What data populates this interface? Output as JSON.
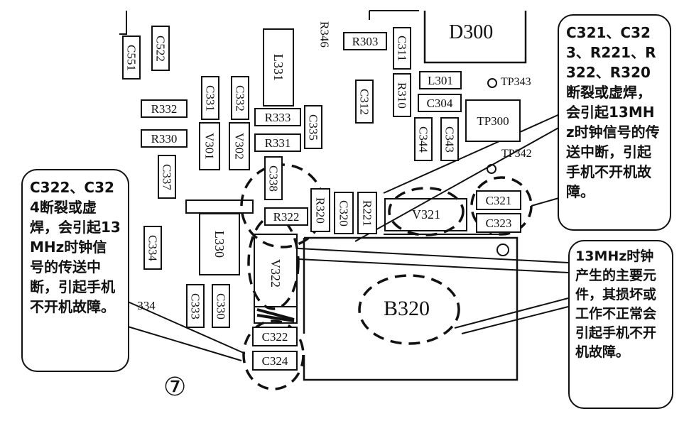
{
  "components": {
    "c551": "C551",
    "c522": "C522",
    "r346": "R346",
    "r303": "R303",
    "c311": "C311",
    "d300": "D300",
    "l331": "L331",
    "l301": "L301",
    "tp343": "TP343",
    "r332": "R332",
    "c331": "C331",
    "c332": "C332",
    "r333": "R333",
    "c335": "C335",
    "c312": "C312",
    "r310": "R310",
    "c304": "C304",
    "tp300": "TP300",
    "r330": "R330",
    "v301": "V301",
    "v302": "V302",
    "r331": "R331",
    "c344": "C344",
    "c343": "C343",
    "tp342": "TP342",
    "c337": "C337",
    "c338": "C338",
    "r320": "R320",
    "c320": "C320",
    "r221": "R221",
    "v321": "V321",
    "c321": "C321",
    "c323": "C323",
    "r322": "R322",
    "l330": "L330",
    "c334": "C334",
    "v322": "V322",
    "r334_partial": "334",
    "c333": "C333",
    "c330": "C330",
    "b320": "B320",
    "c322": "C322",
    "c324": "C324"
  },
  "figure_number": "⑦",
  "callouts": {
    "left": "C322、C324断裂或虚焊，会引起13MHz时钟信号的传送中断，引起手机不开机故障。",
    "top_right": "C321、C323、R221、R322、R320断裂或虚焊，会引起13MHz时钟信号的传送中断，引起手机不开机故障。",
    "bottom_right": "13MHz时钟产生的主要元件，其损坏或工作不正常会引起手机不开机故障。"
  }
}
